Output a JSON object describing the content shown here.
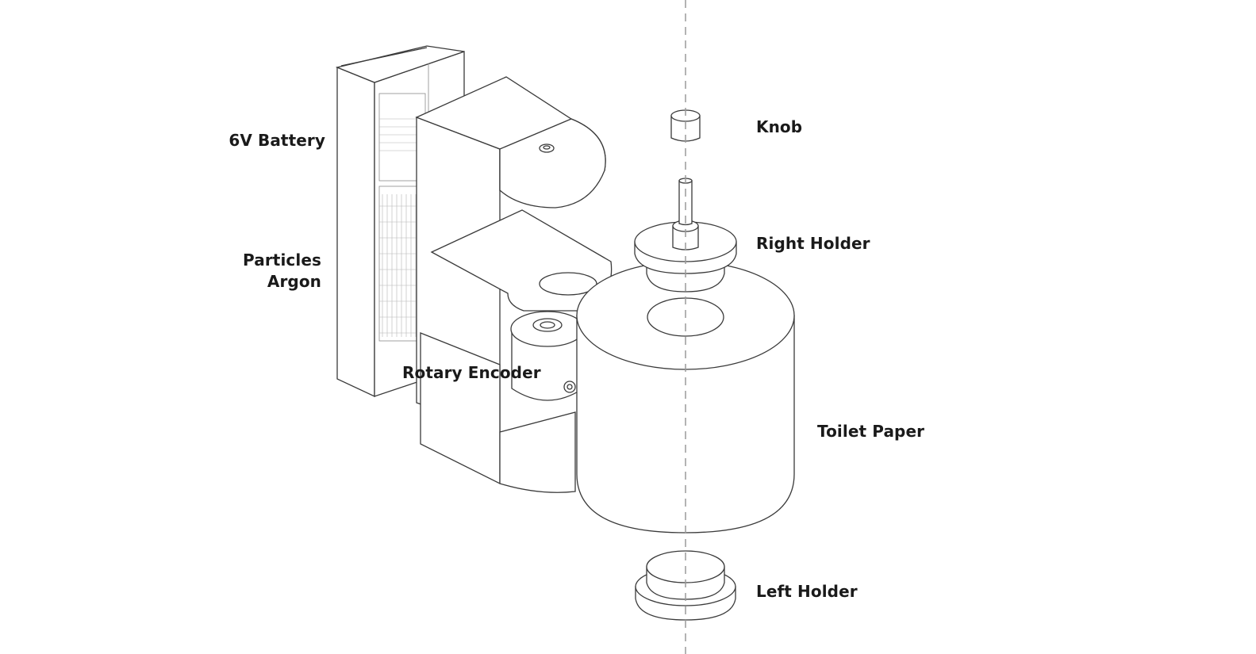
{
  "labels": {
    "battery": "6V Battery",
    "particles_line1": "Particles",
    "particles_line2": "Argon",
    "rotary_encoder": "Rotary Encoder",
    "knob": "Knob",
    "right_holder": "Right Holder",
    "toilet_paper": "Toilet Paper",
    "left_holder": "Left Holder"
  },
  "colors": {
    "line": "#3a3a3a",
    "text": "#1a1a1a",
    "background": "#ffffff"
  }
}
